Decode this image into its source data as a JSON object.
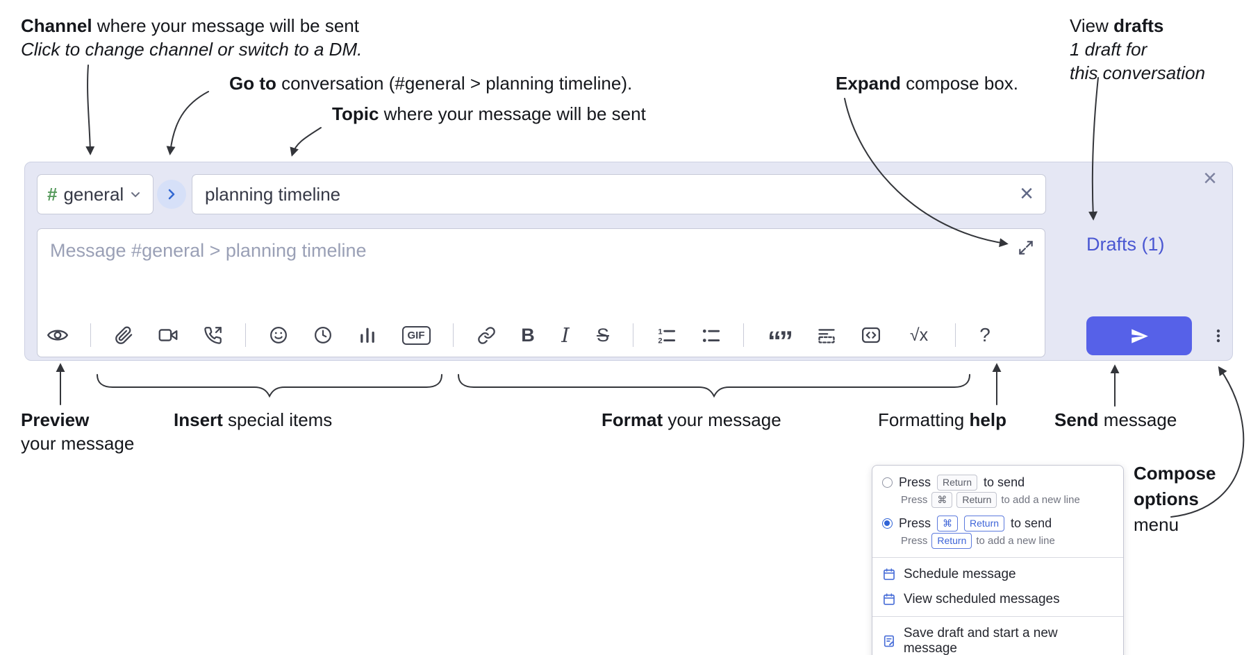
{
  "annotations": {
    "channel": {
      "bold": "Channel",
      "rest": " where your message will be sent",
      "line2": "Click to change channel or switch to a DM."
    },
    "goto": {
      "bold": "Go to",
      "rest": " conversation (#general > planning timeline)."
    },
    "topic": {
      "bold": "Topic",
      "rest": " where your message will be sent"
    },
    "expand": {
      "bold": "Expand",
      "rest": " compose box."
    },
    "drafts": {
      "pre": "View ",
      "bold": "drafts",
      "line2": "1 draft for",
      "line3": "this conversation"
    },
    "preview": {
      "bold": "Preview",
      "line2": "your message"
    },
    "insert": {
      "bold": "Insert",
      "rest": " special items"
    },
    "format": {
      "bold": "Format",
      "rest": " your message"
    },
    "help": {
      "pre": "Formatting ",
      "bold": "help"
    },
    "send": {
      "bold": "Send",
      "rest": " message"
    },
    "compose_options": {
      "line1": "Compose",
      "line2": "options",
      "line3": "menu"
    }
  },
  "compose": {
    "channel": {
      "hash": "#",
      "name": "general"
    },
    "topic_value": "planning timeline",
    "message_placeholder": "Message #general > planning timeline",
    "drafts_link": "Drafts (1)",
    "icons": {
      "close": "×",
      "clear": "×"
    },
    "toolbar": {
      "gif": "GIF",
      "bold": "B",
      "italic": "I",
      "strike": "S",
      "quote": "“”",
      "math": "√x",
      "help": "?"
    }
  },
  "menu": {
    "options": [
      {
        "press": "Press",
        "keys": [
          "Return"
        ],
        "rest": "to send",
        "sub_press": "Press",
        "sub_keys": [
          "⌘",
          "Return"
        ],
        "sub_rest": "to add a new line",
        "selected": false
      },
      {
        "press": "Press",
        "keys": [
          "⌘",
          "Return"
        ],
        "rest": "to send",
        "sub_press": "Press",
        "sub_keys": [
          "Return"
        ],
        "sub_rest": "to add a new line",
        "selected": true
      }
    ],
    "items": [
      {
        "label": "Schedule message"
      },
      {
        "label": "View scheduled messages"
      },
      {
        "label": "Save draft and start a new message"
      }
    ]
  },
  "colors": {
    "accent": "#5661e8",
    "link": "#4a57d2",
    "compose_bg": "#e5e7f4",
    "hash_green": "#569a5c"
  }
}
